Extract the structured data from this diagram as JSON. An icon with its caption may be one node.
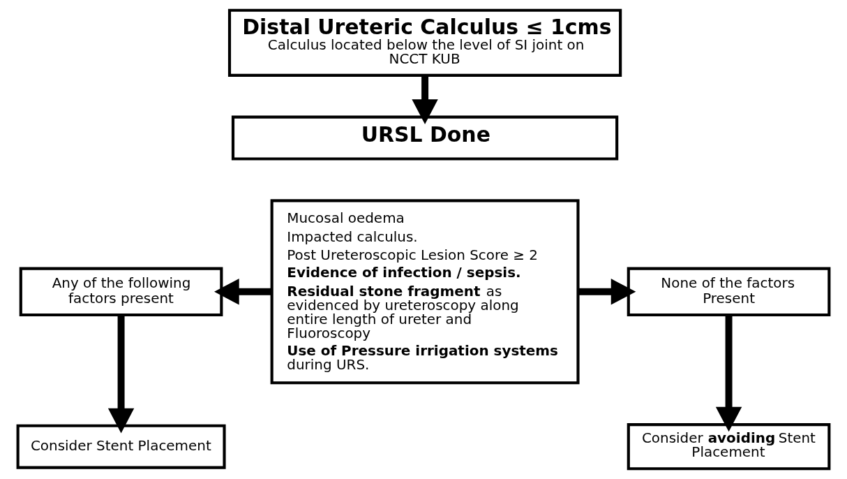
{
  "diagram": {
    "nodes": [
      {
        "text": [
          "Distal Ureteric Calculus ≤ 1cms",
          "Calculus located below the level of SI joint on NCCT KUB"
        ]
      },
      {
        "text": [
          "URSL Done"
        ]
      },
      {
        "text": [
          "Any of the following factors present"
        ]
      },
      {
        "text": [
          "Mucosal oedema",
          "Impacted calculus.",
          "Post Ureteroscopic Lesion Score ≥ 2",
          "**Evidence of infection / sepsis.**",
          "**Residual stone fragment** as evidenced by ureteroscopy along entire length of ureter and Fluoroscopy",
          "**Use of Pressure irrigation systems** during URS."
        ]
      },
      {
        "text": [
          "None of the factors Present"
        ]
      },
      {
        "text": [
          "Consider Stent Placement"
        ]
      },
      {
        "text": [
          "Consider **avoiding** Stent Placement"
        ]
      }
    ],
    "edges": [
      {
        "from": 0,
        "to": 1,
        "arrow": "to"
      },
      {
        "from": 3,
        "to": 2,
        "arrow": "to"
      },
      {
        "from": 3,
        "to": 4,
        "arrow": "to"
      },
      {
        "from": 2,
        "to": 5,
        "arrow": "to"
      },
      {
        "from": 4,
        "to": 6,
        "arrow": "to"
      }
    ]
  }
}
